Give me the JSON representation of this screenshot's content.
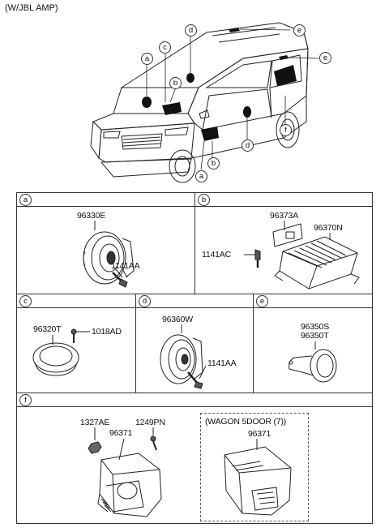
{
  "header": {
    "title": "(W/JBL AMP)"
  },
  "car_callouts": [
    "a",
    "b",
    "c",
    "d",
    "e",
    "e",
    "a",
    "b",
    "d",
    "f"
  ],
  "sections": {
    "a": {
      "letter": "a",
      "parts": [
        "96330E",
        "1141AA"
      ]
    },
    "b": {
      "letter": "b",
      "parts": [
        "96373A",
        "96370N",
        "1141AC"
      ]
    },
    "c": {
      "letter": "c",
      "parts": [
        "96320T",
        "1018AD"
      ]
    },
    "d": {
      "letter": "d",
      "parts": [
        "96360W",
        "1141AA"
      ]
    },
    "e": {
      "letter": "e",
      "parts": [
        "96350S",
        "96350T"
      ]
    },
    "f": {
      "letter": "f",
      "parts": [
        "1327AE",
        "96371",
        "1249PN"
      ],
      "variant_label": "(WAGON 5DOOR (7))",
      "variant_part": "96371"
    }
  },
  "icons": {
    "car": "suv-car-illustration",
    "woofer": "door-woofer-speaker",
    "amp": "amplifier-unit",
    "tweeter": "tweeter-speaker",
    "center": "center-speaker",
    "sub": "subwoofer-enclosure",
    "screw": "screw-bolt",
    "nut": "hex-nut"
  }
}
